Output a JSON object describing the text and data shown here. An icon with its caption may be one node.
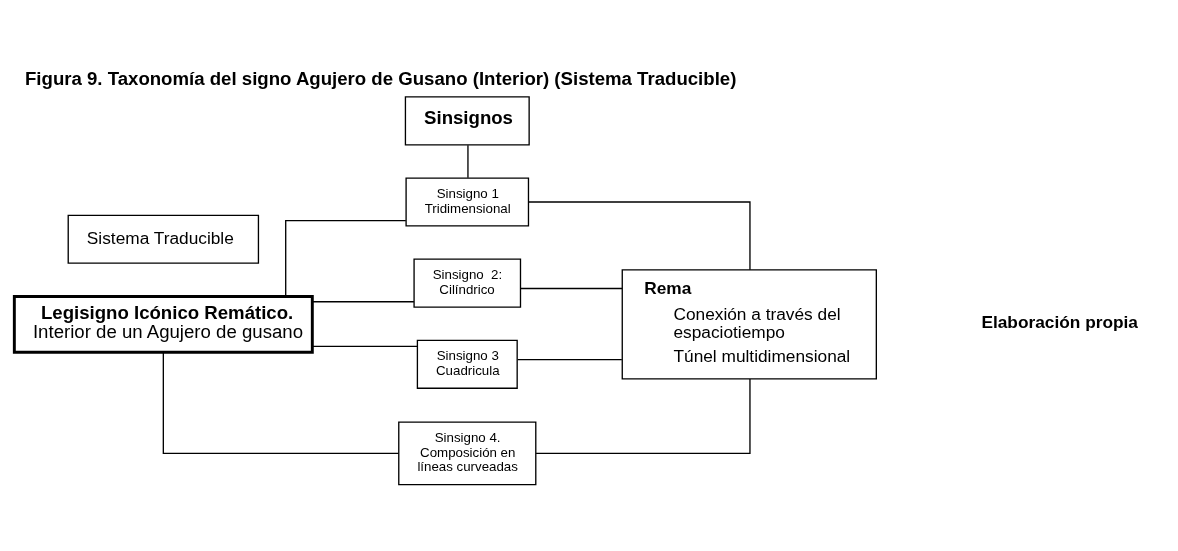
{
  "diagram": {
    "title": "Figura 9. Taxonomía del signo Agujero de Gusano (Interior) (Sistema Traducible)",
    "nodes": [
      {
        "text": [
          "Sinsignos"
        ]
      },
      {
        "text": [
          "Sinsigno 1 Tridimensional"
        ]
      },
      {
        "text": [
          "Sistema Traducible"
        ]
      },
      {
        "text": [
          "Legisigno Icónico Remático.",
          "Interior de un Agujero de gusano"
        ]
      },
      {
        "text": [
          "Sinsigno  2: Cilíndrico"
        ]
      },
      {
        "text": [
          "Sinsigno 3 Cuadricula"
        ]
      },
      {
        "text": [
          "Sinsigno 4. Composición en líneas curveadas"
        ]
      },
      {
        "text": [
          "Rema",
          "Conexión a través del espaciotiempo",
          "Túnel multidimensional"
        ]
      }
    ],
    "edges": [
      {
        "from": 0,
        "to": 1,
        "arrow": "none"
      },
      {
        "from": 3,
        "to": 1,
        "arrow": "none"
      },
      {
        "from": 3,
        "to": 4,
        "arrow": "none"
      },
      {
        "from": 3,
        "to": 5,
        "arrow": "none"
      },
      {
        "from": 3,
        "to": 6,
        "arrow": "none"
      },
      {
        "from": 1,
        "to": 7,
        "arrow": "none"
      },
      {
        "from": 4,
        "to": 7,
        "arrow": "none"
      },
      {
        "from": 5,
        "to": 7,
        "arrow": "none"
      },
      {
        "from": 6,
        "to": 7,
        "arrow": "none"
      }
    ],
    "labels": [
      "Elaboración propia"
    ]
  }
}
